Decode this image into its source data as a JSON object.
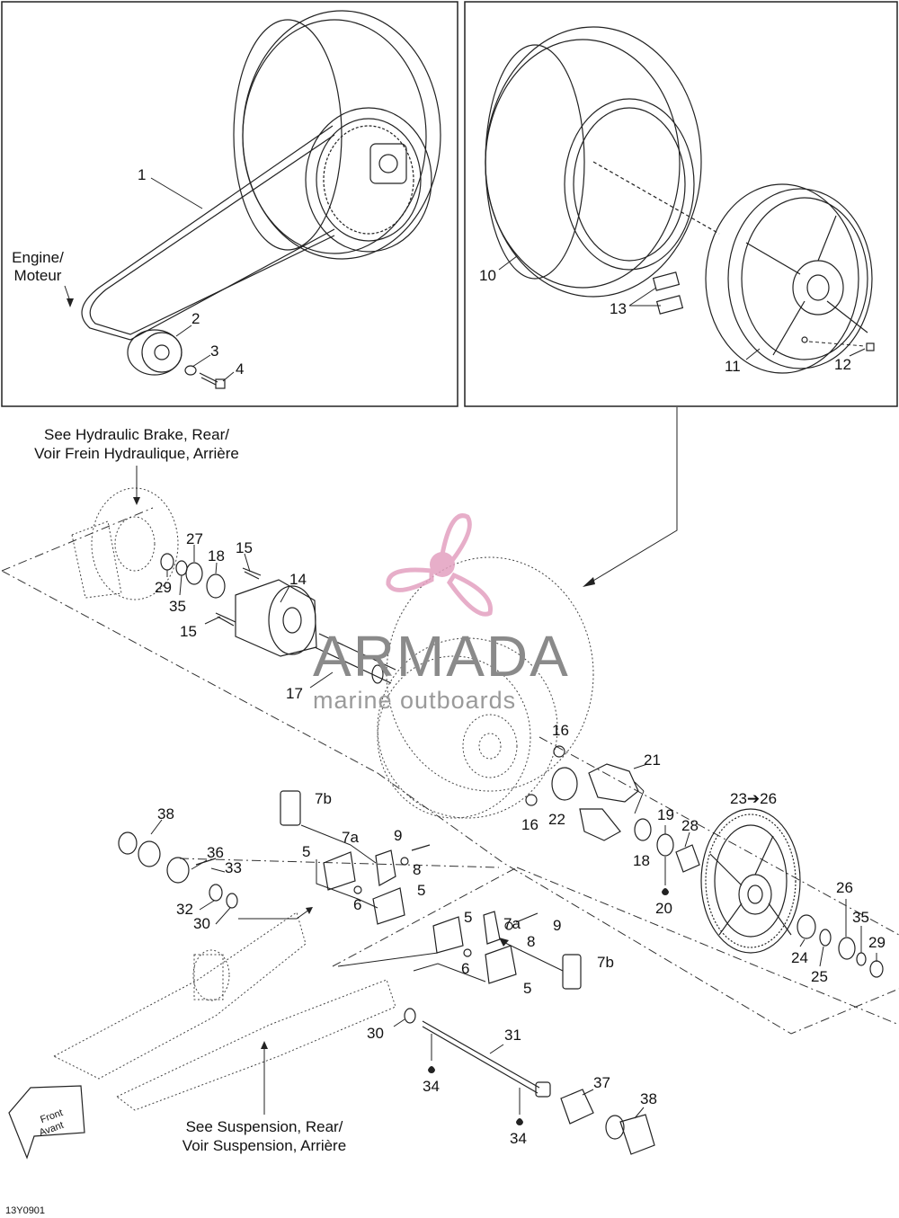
{
  "notes": {
    "engine": [
      "Engine/",
      "Moteur"
    ],
    "brake": [
      "See Hydraulic Brake, Rear/",
      "Voir Frein Hydraulique, Arrière"
    ],
    "suspension": [
      "See Suspension, Rear/",
      "Voir Suspension, Arrière"
    ],
    "front": [
      "Front",
      "Avant"
    ]
  },
  "watermark": {
    "title": "ARMADA",
    "subtitle": "marine outboards"
  },
  "figure_code": "13Y0901",
  "labels": {
    "l1": "1",
    "l2": "2",
    "l3": "3",
    "l4": "4",
    "l10": "10",
    "l11": "11",
    "l12": "12",
    "l13": "13",
    "l27": "27",
    "l18a": "18",
    "l15a": "15",
    "l14": "14",
    "l29a": "29",
    "l35a": "35",
    "l15b": "15",
    "l17": "17",
    "l16a": "16",
    "l16b": "16",
    "l21": "21",
    "l22": "22",
    "l19": "19",
    "l28": "28",
    "l18b": "18",
    "l20": "20",
    "l2326": "23➔26",
    "l7b_a": "7b",
    "l38a": "38",
    "l7a_a": "7a",
    "l9a": "9",
    "l5a": "5",
    "l8a": "8",
    "l6a": "6",
    "l5b": "5",
    "l36": "36",
    "l33": "33",
    "l32": "32",
    "l30a": "30",
    "l7a_b": "7a",
    "l5c": "5",
    "l9b": "9",
    "l8b": "8",
    "l6b": "6",
    "l7b_b": "7b",
    "l5d": "5",
    "l26": "26",
    "l35b": "35",
    "l29b": "29",
    "l24": "24",
    "l25": "25",
    "l30b": "30",
    "l31": "31",
    "l34a": "34",
    "l37": "37",
    "l38b": "38",
    "l34b": "34"
  }
}
